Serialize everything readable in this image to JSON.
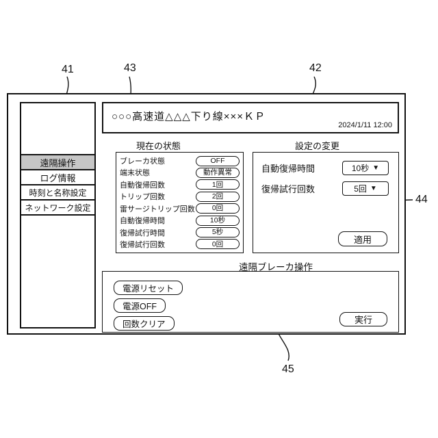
{
  "refs": {
    "r41": "41",
    "r42": "42",
    "r43": "43",
    "r44": "44",
    "r45": "45"
  },
  "header": {
    "title": "○○○高速道△△△下り線×××ＫＰ",
    "datetime": "2024/1/11 12:00"
  },
  "sidebar": {
    "items": [
      {
        "label": "遠隔操作",
        "selected": true
      },
      {
        "label": "ログ情報",
        "selected": false
      },
      {
        "label": "時刻と名称設定",
        "selected": false
      },
      {
        "label": "ネットワーク設定",
        "selected": false
      }
    ]
  },
  "status": {
    "title": "現在の状態",
    "rows": [
      {
        "label": "ブレーカ状態",
        "value": "OFF"
      },
      {
        "label": "端末状態",
        "value": "動作異常"
      },
      {
        "label": "自動復帰回数",
        "value": "1回"
      },
      {
        "label": "トリップ回数",
        "value": "2回"
      },
      {
        "label": "雷サージトリップ回数",
        "value": "0回"
      },
      {
        "label": "自動復帰時間",
        "value": "10秒"
      },
      {
        "label": "復帰試行時間",
        "value": "5秒"
      },
      {
        "label": "復帰試行回数",
        "value": "0回"
      }
    ]
  },
  "settings": {
    "title": "設定の変更",
    "fields": [
      {
        "label": "自動復帰時間",
        "value": "10秒",
        "arrow": "▼"
      },
      {
        "label": "復帰試行回数",
        "value": "5回",
        "arrow": "▼"
      }
    ],
    "apply_label": "適用"
  },
  "remote": {
    "title": "遠隔ブレーカ操作",
    "buttons": [
      "電源リセット",
      "電源OFF",
      "回数クリア"
    ],
    "execute_label": "実行"
  }
}
